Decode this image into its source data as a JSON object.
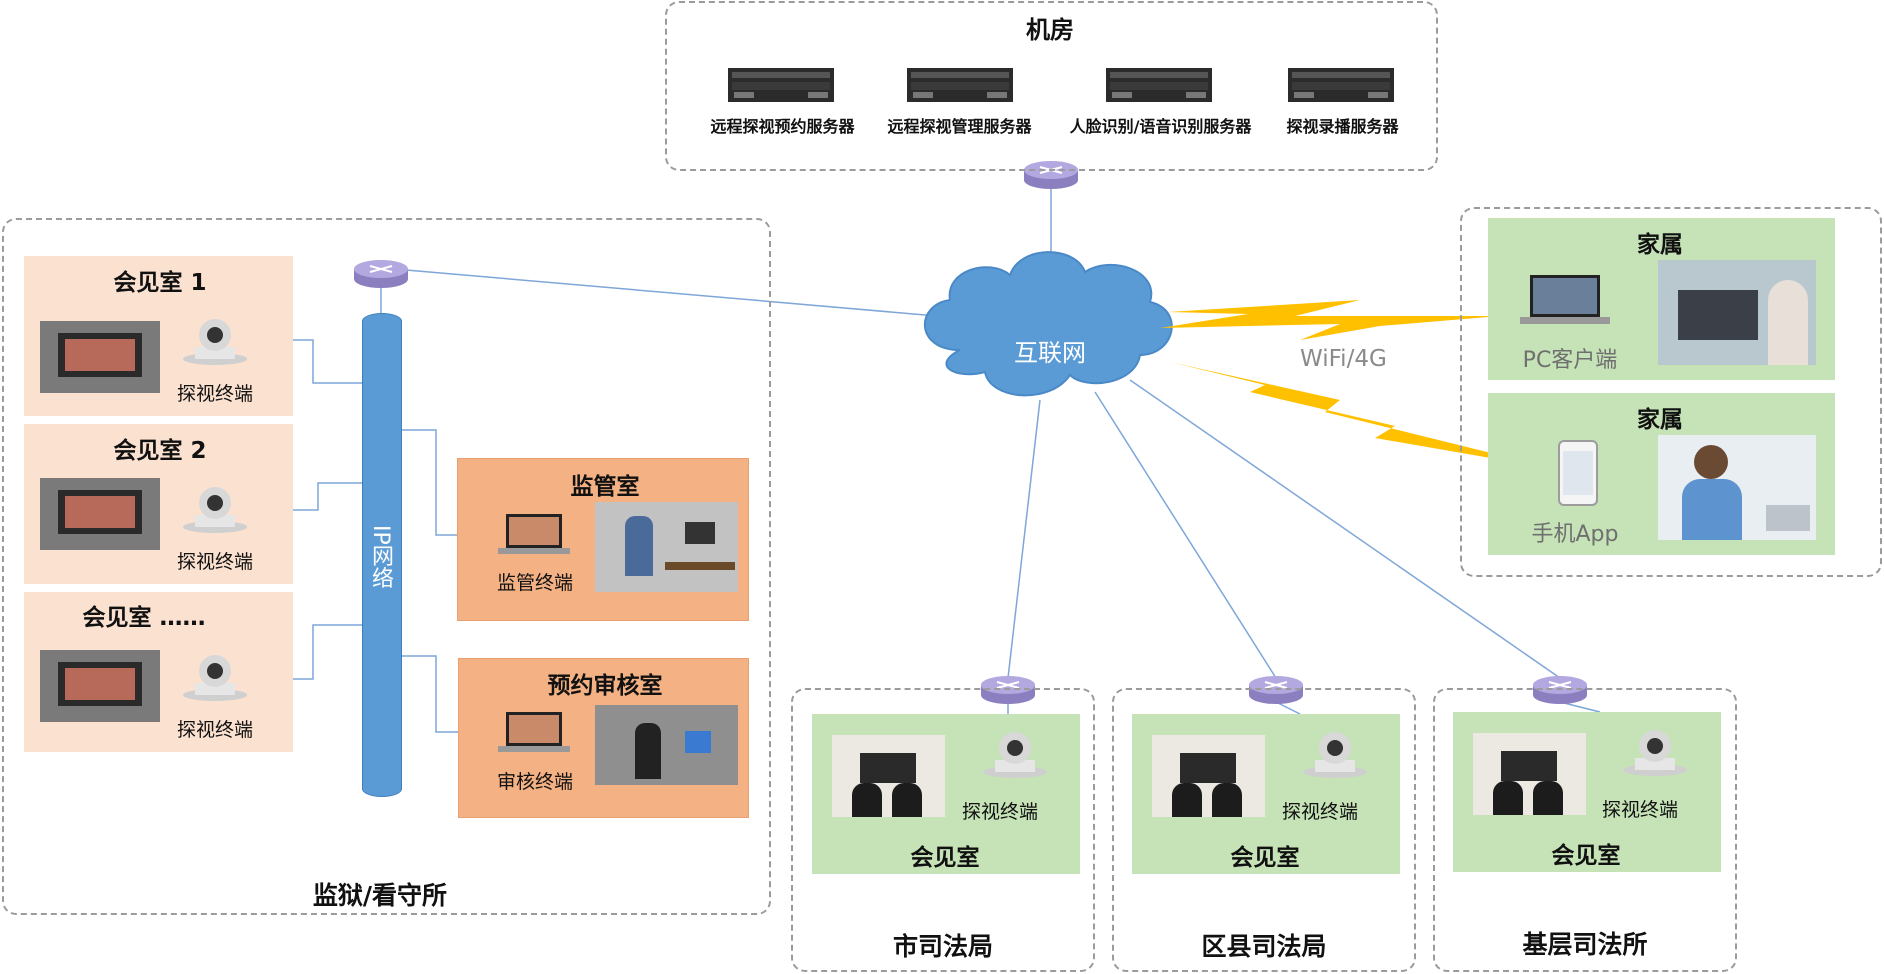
{
  "machine_room": {
    "title": "机房",
    "servers": [
      {
        "label": "远程探视预约服务器"
      },
      {
        "label": "远程探视管理服务器"
      },
      {
        "label": "人脸识别/语音识别服务器"
      },
      {
        "label": "探视录播服务器"
      }
    ]
  },
  "internet": {
    "label": "互联网"
  },
  "wireless": {
    "label": "WiFi/4G"
  },
  "prison": {
    "title": "监狱/看守所",
    "network_label": "IP网络",
    "meeting_rooms": [
      {
        "title": "会见室 1",
        "terminal": "探视终端"
      },
      {
        "title": "会见室 2",
        "terminal": "探视终端"
      },
      {
        "title": "会见室 ……",
        "terminal": "探视终端"
      }
    ],
    "supervision": {
      "title": "监管室",
      "terminal": "监管终端"
    },
    "review": {
      "title": "预约审核室",
      "terminal": "审核终端"
    }
  },
  "family": [
    {
      "title": "家属",
      "device": "PC客户端"
    },
    {
      "title": "家属",
      "device": "手机App"
    }
  ],
  "justice": [
    {
      "title": "市司法局",
      "room": "会见室",
      "terminal": "探视终端"
    },
    {
      "title": "区县司法局",
      "room": "会见室",
      "terminal": "探视终端"
    },
    {
      "title": "基层司法所",
      "room": "会见室",
      "terminal": "探视终端"
    }
  ],
  "colors": {
    "cloud": "#5b9bd5",
    "router": "#9d8fc9",
    "lightning": "#ffc000",
    "peach": "#fbe1d0",
    "orange": "#f4b183",
    "green": "#c6e3b7",
    "ip_bar": "#5b9bd5"
  }
}
